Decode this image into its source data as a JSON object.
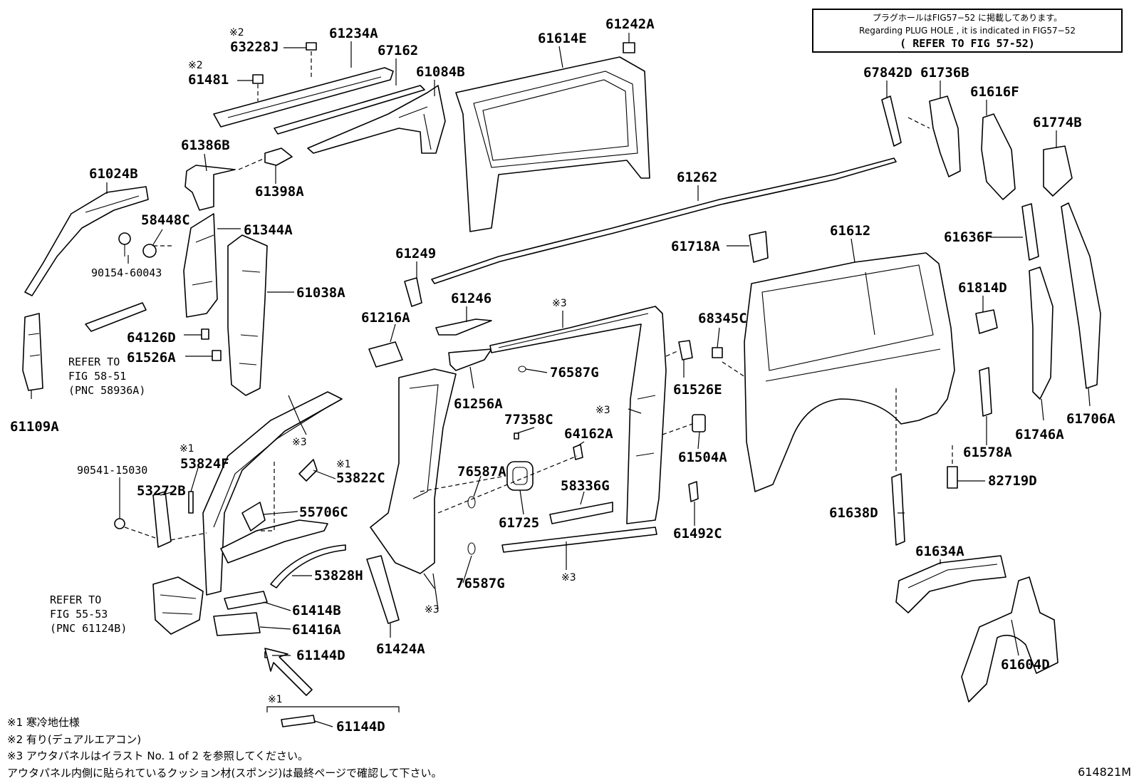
{
  "header_note": {
    "line_jp": "プラグホールはFIG57−52 に掲載してあります。",
    "line_en": "Regarding PLUG HOLE , it is indicated in FIG57−52",
    "line_ref": "( REFER TO FIG 57-52)"
  },
  "labels": {
    "p63228J_mark": "※2",
    "p63228J": "63228J",
    "p61234A": "61234A",
    "p61614E": "61614E",
    "p61242A": "61242A",
    "p61481_mark": "※2",
    "p61481": "61481",
    "p67162": "67162",
    "p61084B": "61084B",
    "p61386B": "61386B",
    "p61024B": "61024B",
    "p61398A": "61398A",
    "p61262": "61262",
    "p58448C": "58448C",
    "p61344A": "61344A",
    "p90154": "90154-60043",
    "p61038A": "61038A",
    "p61249": "61249",
    "p61612": "61612",
    "p61718A": "61718A",
    "p61246": "61246",
    "p61216A": "61216A",
    "p64126D": "64126D",
    "p61526A": "61526A",
    "refer1_a": "REFER TO",
    "refer1_b": "FIG 58-51",
    "refer1_c": "(PNC 58936A)",
    "p61109A": "61109A",
    "mark3_top": "※3",
    "p68345C": "68345C",
    "p61526E": "61526E",
    "p76587G_a": "76587G",
    "p61256A": "61256A",
    "mark3_mid": "※3",
    "mark3_a": "※3",
    "p77358C": "77358C",
    "p64162A": "64162A",
    "p61504A": "61504A",
    "p90541": "90541-15030",
    "p53824F_mark": "※1",
    "p53824F": "53824F",
    "p53822C_mark": "※1",
    "p53822C": "53822C",
    "p53272B": "53272B",
    "p55706C": "55706C",
    "p76587A": "76587A",
    "p58336G": "58336G",
    "p61725": "61725",
    "p61492C": "61492C",
    "p53828H": "53828H",
    "mark3_b": "※3",
    "p76587G_b": "76587G",
    "mark3_c": "※3",
    "refer2_a": "REFER TO",
    "refer2_b": "FIG 55-53",
    "refer2_c": "(PNC 61124B)",
    "p61414B": "61414B",
    "p61416A": "61416A",
    "p61144D_a": "61144D",
    "p61424A": "61424A",
    "mark1_bottom": "※1",
    "p61144D_b": "61144D",
    "p67842D": "67842D",
    "p61736B": "61736B",
    "p61616F": "61616F",
    "p61774B": "61774B",
    "p61636F": "61636F",
    "p61814D": "61814D",
    "p61578A": "61578A",
    "p61746A": "61746A",
    "p61706A": "61706A",
    "p82719D": "82719D",
    "p61638D": "61638D",
    "p61634A": "61634A",
    "p61604D": "61604D"
  },
  "footnotes": {
    "n1": "※1 寒冷地仕様",
    "n2": "※2 有り(デュアルエアコン)",
    "n3": "※3 アウタパネルはイラスト No. 1 of 2 を参照してください。",
    "n4": "アウタパネル内側に貼られているクッション材(スポンジ)は最終ページで確認して下さい。"
  },
  "figure_id": "614821M"
}
